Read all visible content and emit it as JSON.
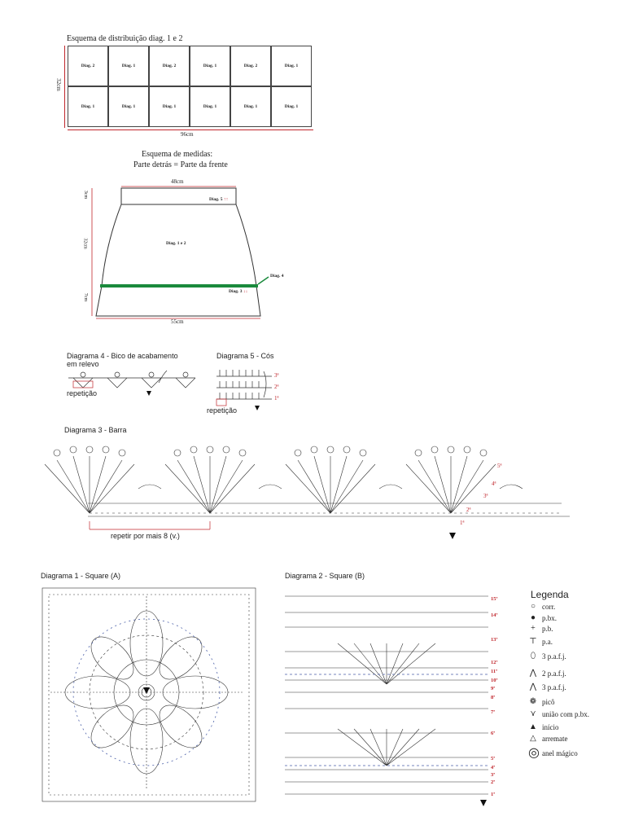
{
  "distribution": {
    "title": "Esquema de distribuição diag. 1 e 2",
    "height_label": "32cm",
    "width_label": "96cm",
    "rows": [
      [
        "Diag. 2",
        "Diag. 1",
        "Diag. 2",
        "Diag. 1",
        "Diag. 2",
        "Diag. 1"
      ],
      [
        "Diag. 1",
        "Diag. 1",
        "Diag. 1",
        "Diag. 1",
        "Diag. 1",
        "Diag. 1"
      ]
    ]
  },
  "measures": {
    "title": "Esquema de medidas:",
    "subtitle": "Parte detrás = Parte da frente",
    "top_width": "48cm",
    "bottom_width": "55cm",
    "waist_height": "3cm",
    "body_height": "32cm",
    "hem_height": "7cm",
    "label_diag5": "Diag. 5",
    "label_diag12": "Diag. 1 e 2",
    "label_diag4": "Diag. 4",
    "label_diag3": "Diag. 3",
    "green_color": "#1a8a3c"
  },
  "diag4": {
    "title_line1": "Diagrama 4 - Bico de acabamento",
    "title_line2": "em relevo",
    "repeat": "repetição"
  },
  "diag5": {
    "title": "Diagrama 5 - Cós",
    "repeat": "repetição",
    "rows": [
      "3ª",
      "2ª",
      "1ª"
    ]
  },
  "diag3": {
    "title": "Diagrama 3 - Barra",
    "repeat": "repetir por mais 8 (v.)",
    "rows": [
      "5ª",
      "4ª",
      "3ª",
      "2ª",
      "1ª"
    ]
  },
  "diag1": {
    "title": "Diagrama 1 - Square (A)"
  },
  "diag2": {
    "title": "Diagrama 2 - Square (B)",
    "rows": [
      "15ª",
      "14ª",
      "13ª",
      "12ª",
      "11ª",
      "10ª",
      "9ª",
      "8ª",
      "7ª",
      "6ª",
      "5ª",
      "4ª",
      "3ª",
      "2ª",
      "1ª"
    ]
  },
  "legend": {
    "title": "Legenda",
    "items": [
      {
        "icon": "chain-icon",
        "glyph": "○",
        "label": "corr."
      },
      {
        "icon": "slip-stitch-icon",
        "glyph": "●",
        "label": "p.bx."
      },
      {
        "icon": "single-crochet-icon",
        "glyph": "+",
        "label": "p.b."
      },
      {
        "icon": "double-crochet-icon",
        "glyph": "⊤",
        "label": "p.a."
      },
      {
        "icon": "cluster-3dc-icon",
        "glyph": "⬯",
        "label": "3 p.a.f.j."
      },
      {
        "icon": "two-dc-together-icon",
        "glyph": "⋀",
        "label": "2 p.a.f.j."
      },
      {
        "icon": "three-dc-together-icon",
        "glyph": "⋀",
        "label": "3 p.a.f.j."
      },
      {
        "icon": "picot-icon",
        "glyph": "❁",
        "label": "picô"
      },
      {
        "icon": "join-slip-icon",
        "glyph": "⋎",
        "label": "união com p.bx."
      },
      {
        "icon": "start-icon",
        "glyph": "▲",
        "label": "início"
      },
      {
        "icon": "fasten-off-icon",
        "glyph": "△",
        "label": "arremate"
      },
      {
        "icon": "magic-ring-icon",
        "glyph": "◎",
        "label": "anel mágico"
      }
    ]
  }
}
